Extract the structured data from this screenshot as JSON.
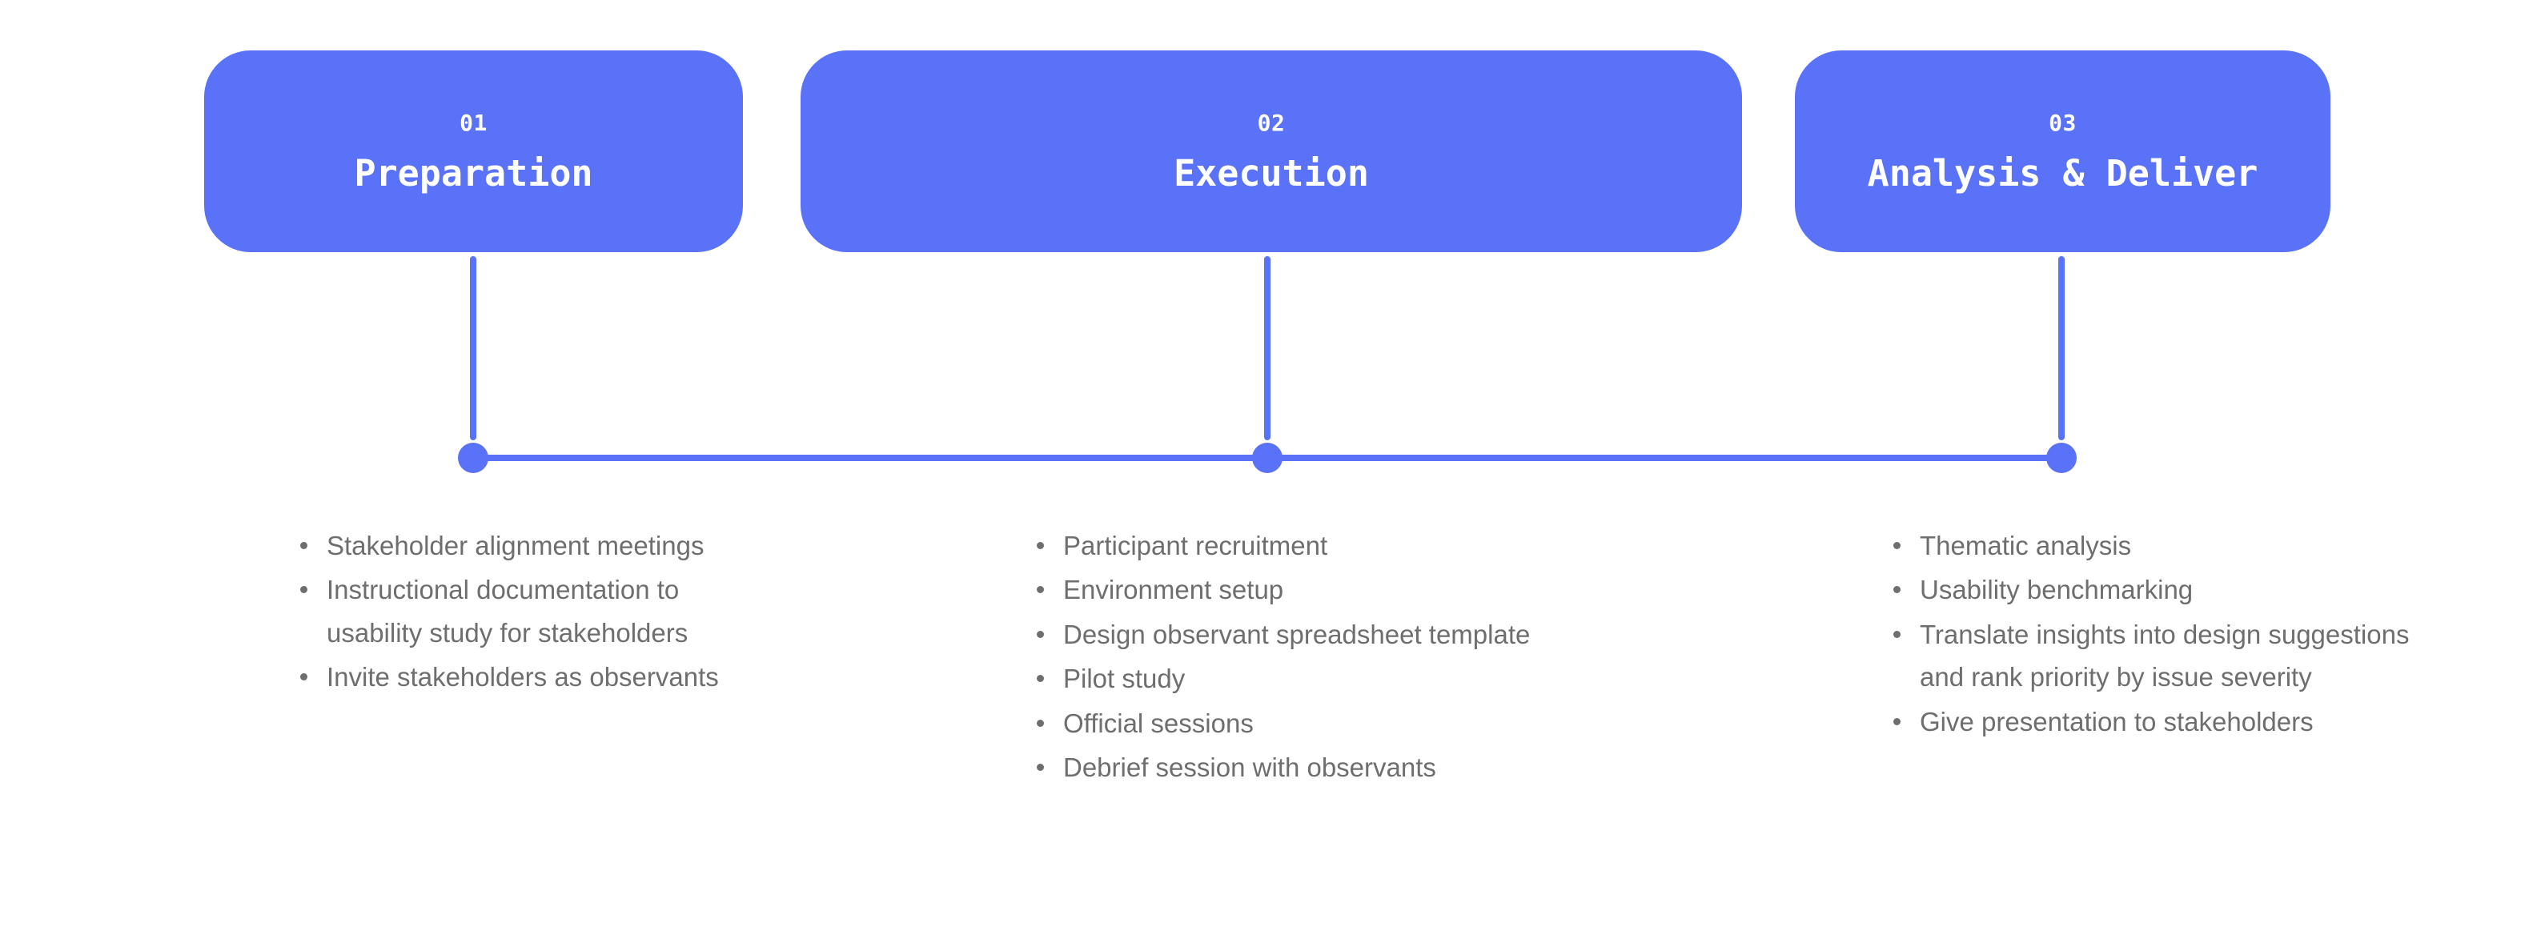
{
  "diagram": {
    "type": "process-timeline",
    "accent_color": "#5A72F7",
    "text_color": "#6E6E6E",
    "card_text_color": "#FFFFFF",
    "background_color": "#FFFFFF",
    "phases": [
      {
        "number": "01",
        "title": "Preparation",
        "tasks": [
          "Stakeholder alignment meetings",
          "Instructional documentation to usability study for stakeholders",
          "Invite stakeholders as observants"
        ]
      },
      {
        "number": "02",
        "title": "Execution",
        "tasks": [
          "Participant recruitment",
          "Environment setup",
          "Design observant spreadsheet template",
          "Pilot study",
          "Official sessions",
          "Debrief session with observants"
        ]
      },
      {
        "number": "03",
        "title": "Analysis & Deliver",
        "tasks": [
          "Thematic analysis",
          "Usability benchmarking",
          "Translate insights into design suggestions and rank priority by issue severity",
          "Give presentation to stakeholders"
        ]
      }
    ]
  }
}
